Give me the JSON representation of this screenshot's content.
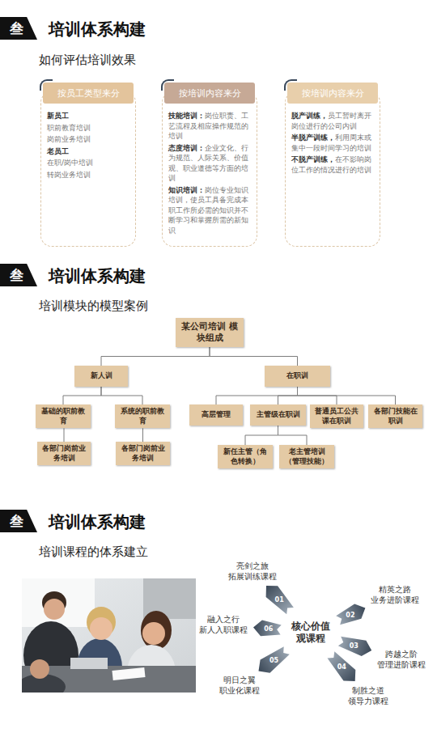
{
  "diagram": {
    "nodes": [
      {
        "text": [
          "叁"
        ]
      },
      {
        "text": [
          "按员工类型来分",
          "新员工",
          "职前教育培训",
          "岗前业务培训",
          "老员工",
          "在职/岗中培训",
          "转岗业务培训"
        ]
      },
      {
        "text": [
          "按培训内容来分",
          "技能培训：",
          "岗位职责、工艺流程及相应操作规范的培训",
          "态度培训：",
          "企业文化、行为规范、人际关系、价值观、职业道德等方面的培训",
          "知识培训：",
          "岗位专业知识培训，使员工具备完成本职工作所必需的知识并不断学习和掌握所需的新知识"
        ]
      },
      {
        "text": [
          "按培训内容来分",
          "脱产训练，",
          "员工暂时离开岗位进行的公司内训",
          "半脱产训练，",
          "利用周末或集中一段时间学习的培训",
          "不脱产训练，",
          "在不影响岗位工作的情况进行的培训"
        ]
      },
      {
        "text": [
          "叁"
        ]
      },
      {
        "text": [
          "某公司培训 模块组成"
        ]
      },
      {
        "text": [
          "新人训"
        ]
      },
      {
        "text": [
          "在职训"
        ]
      },
      {
        "text": [
          "基础的职前教育"
        ]
      },
      {
        "text": [
          "系统的职前教育"
        ]
      },
      {
        "text": [
          "高层管理"
        ]
      },
      {
        "text": [
          "主管级在职训"
        ]
      },
      {
        "text": [
          "普通员工公共课在职训"
        ]
      },
      {
        "text": [
          "各部门技能在职训"
        ]
      },
      {
        "text": [
          "各部门岗前业务培训"
        ]
      },
      {
        "text": [
          "各部门岗前业务培训"
        ]
      },
      {
        "text": [
          "新任主管（角色转换）"
        ]
      },
      {
        "text": [
          "老主管培训（管理技能）"
        ]
      },
      {
        "text": [
          "叁"
        ]
      },
      {
        "text": [
          "核心价值观课程"
        ]
      },
      {
        "text": [
          "亮剑之旅",
          "拓展训练课程"
        ]
      },
      {
        "text": [
          "精英之路",
          "业务进阶课程"
        ]
      },
      {
        "text": [
          "跨越之阶",
          "管理进阶课程"
        ]
      },
      {
        "text": [
          "制胜之道",
          "领导力课程"
        ]
      },
      {
        "text": [
          "明日之翼",
          "职业化课程"
        ]
      },
      {
        "text": [
          "融入之行",
          "新人入职课程"
        ]
      }
    ],
    "edges": [
      {
        "from": 5,
        "to": 6,
        "arrow": "none"
      },
      {
        "from": 5,
        "to": 7,
        "arrow": "none"
      },
      {
        "from": 6,
        "to": 8,
        "arrow": "none"
      },
      {
        "from": 6,
        "to": 9,
        "arrow": "none"
      },
      {
        "from": 7,
        "to": 10,
        "arrow": "none"
      },
      {
        "from": 7,
        "to": 11,
        "arrow": "none"
      },
      {
        "from": 7,
        "to": 12,
        "arrow": "none"
      },
      {
        "from": 7,
        "to": 13,
        "arrow": "none"
      },
      {
        "from": 8,
        "to": 14,
        "arrow": "none"
      },
      {
        "from": 9,
        "to": 15,
        "arrow": "none"
      },
      {
        "from": 11,
        "to": 16,
        "arrow": "none"
      },
      {
        "from": 11,
        "to": 17,
        "arrow": "none"
      },
      {
        "from": 19,
        "to": 20,
        "label": "01",
        "arrow": "to"
      },
      {
        "from": 19,
        "to": 21,
        "label": "02",
        "arrow": "to"
      },
      {
        "from": 19,
        "to": 22,
        "label": "03",
        "arrow": "to"
      },
      {
        "from": 19,
        "to": 23,
        "label": "04",
        "arrow": "to"
      },
      {
        "from": 19,
        "to": 24,
        "label": "05",
        "arrow": "to"
      },
      {
        "from": 19,
        "to": 25,
        "label": "06",
        "arrow": "to"
      }
    ],
    "labels": [
      "培训体系构建",
      "如何评估培训效果",
      "培训体系构建",
      "培训模块的模型案例",
      "培训体系构建",
      "培训课程的体系建立"
    ]
  }
}
